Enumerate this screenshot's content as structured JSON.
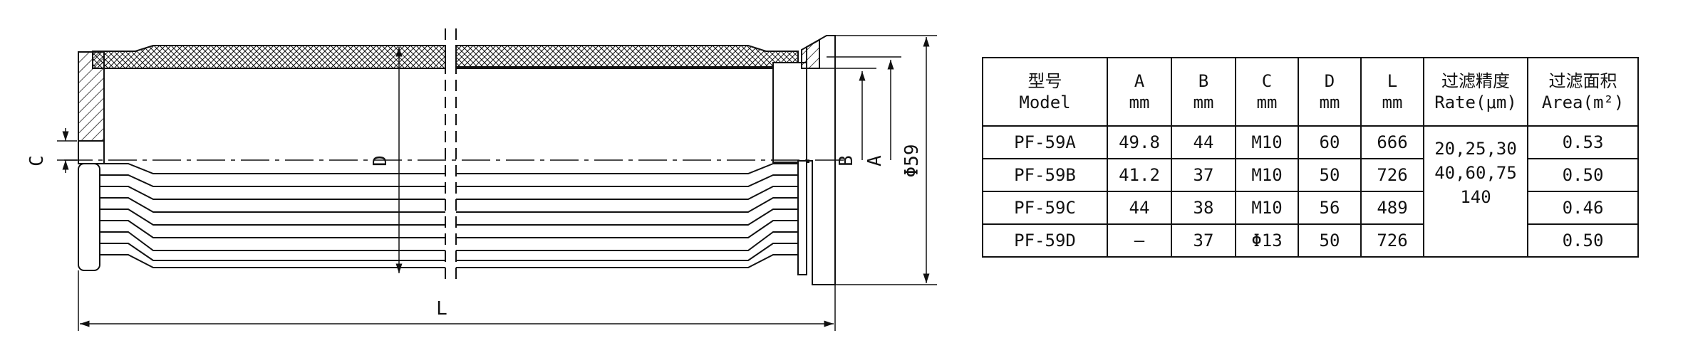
{
  "drawing": {
    "dimension_labels": {
      "C": "C",
      "D": "D",
      "B": "B",
      "A": "A",
      "diameter": "Φ59",
      "L": "L"
    }
  },
  "table": {
    "headers": [
      {
        "line1": "型号",
        "line2": "Model"
      },
      {
        "line1": "A",
        "line2": "mm"
      },
      {
        "line1": "B",
        "line2": "mm"
      },
      {
        "line1": "C",
        "line2": "mm"
      },
      {
        "line1": "D",
        "line2": "mm"
      },
      {
        "line1": "L",
        "line2": "mm"
      },
      {
        "line1": "过滤精度",
        "line2": "Rate(μm)"
      },
      {
        "line1": "过滤面积",
        "line2": "Area(m²)"
      }
    ],
    "rows": [
      {
        "model": "PF-59A",
        "a": "49.8",
        "b": "44",
        "c": "M10",
        "d": "60",
        "l": "666",
        "area": "0.53"
      },
      {
        "model": "PF-59B",
        "a": "41.2",
        "b": "37",
        "c": "M10",
        "d": "50",
        "l": "726",
        "area": "0.50"
      },
      {
        "model": "PF-59C",
        "a": "44",
        "b": "38",
        "c": "M10",
        "d": "56",
        "l": "489",
        "area": "0.46"
      },
      {
        "model": "PF-59D",
        "a": "—",
        "b": "37",
        "c": "Φ13",
        "d": "50",
        "l": "726",
        "area": "0.50"
      }
    ],
    "rate_lines": [
      "20,25,30",
      "40,60,75",
      "140"
    ]
  }
}
